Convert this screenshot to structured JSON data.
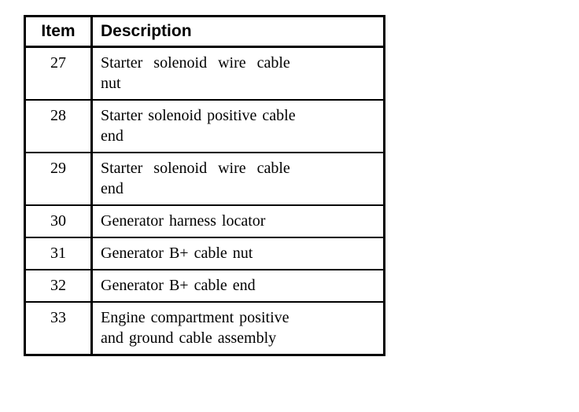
{
  "document": {
    "background_color": "#ffffff",
    "text_color": "#000000",
    "border_color": "#000000"
  },
  "parts_table": {
    "columns": [
      {
        "key": "item",
        "label": "Item"
      },
      {
        "key": "description",
        "label": "Description"
      }
    ],
    "rows": [
      {
        "item": "27",
        "description": "Starter solenoid wire cable nut",
        "lines": [
          "Starter  solenoid  wire  cable",
          "nut"
        ]
      },
      {
        "item": "28",
        "description": "Starter solenoid positive cable end",
        "lines": [
          "Starter solenoid positive cable",
          "end"
        ]
      },
      {
        "item": "29",
        "description": "Starter solenoid wire cable end",
        "lines": [
          "Starter  solenoid  wire  cable",
          "end"
        ]
      },
      {
        "item": "30",
        "description": "Generator harness locator",
        "lines": [
          "Generator harness locator"
        ]
      },
      {
        "item": "31",
        "description": "Generator B+ cable nut",
        "lines": [
          "Generator B+ cable nut"
        ]
      },
      {
        "item": "32",
        "description": "Generator B+ cable end",
        "lines": [
          "Generator B+ cable end"
        ]
      },
      {
        "item": "33",
        "description": "Engine compartment positive and ground cable assembly",
        "lines": [
          "Engine compartment positive",
          "and ground cable assembly"
        ]
      }
    ]
  }
}
